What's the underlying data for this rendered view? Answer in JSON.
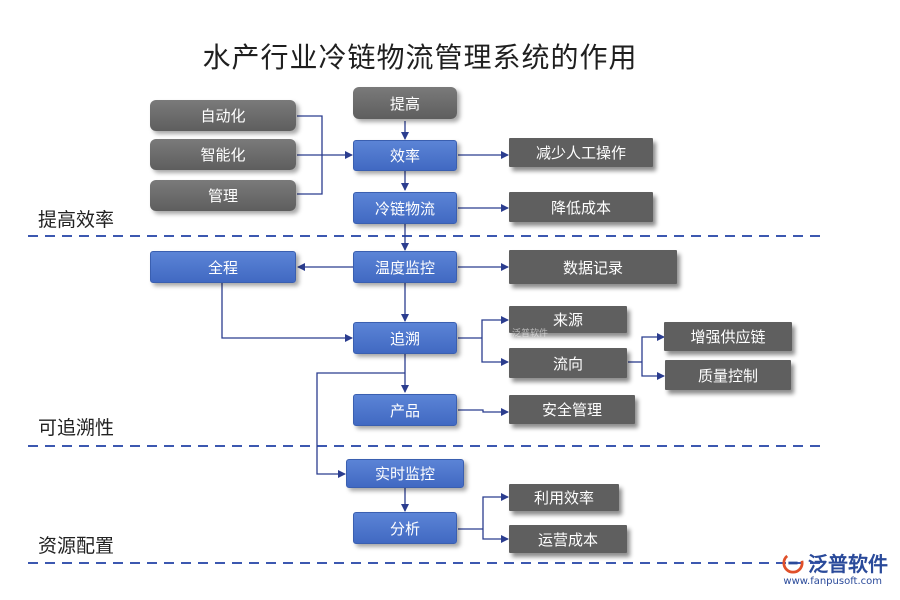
{
  "title": "水产行业冷链物流管理系统的作用",
  "sections": {
    "efficiency": "提高效率",
    "traceability": "可追溯性",
    "resources": "资源配置"
  },
  "nodes": {
    "automation": "自动化",
    "intelligence": "智能化",
    "management": "管理",
    "improve": "提高",
    "efficiency": "效率",
    "cold_chain": "冷链物流",
    "reduce_labor": "减少人工操作",
    "reduce_cost": "降低成本",
    "whole_process": "全程",
    "temp_monitor": "温度监控",
    "data_record": "数据记录",
    "trace": "追溯",
    "source": "来源",
    "flow": "流向",
    "supply_chain": "增强供应链",
    "quality": "质量控制",
    "product": "产品",
    "safety": "安全管理",
    "realtime": "实时监控",
    "analysis": "分析",
    "utilization": "利用效率",
    "operating_cost": "运营成本"
  },
  "logo": {
    "name": "泛普软件",
    "url": "www.fanpusoft.com"
  },
  "colors": {
    "blue_node": "#4a72c8",
    "grey_node": "#6b6b6b",
    "dash_line": "#3c58b0",
    "connector": "#2b3d8f"
  }
}
